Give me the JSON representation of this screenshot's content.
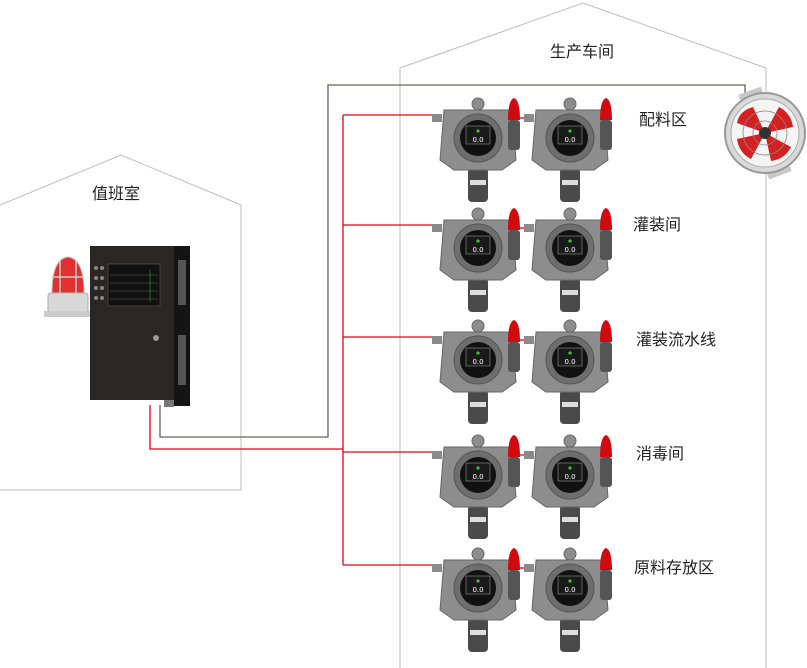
{
  "buildings": {
    "workshop": "生产车间",
    "duty_room": "值班室"
  },
  "zones": [
    {
      "label": "配料区"
    },
    {
      "label": "灌装间"
    },
    {
      "label": "灌装流水线"
    },
    {
      "label": "消毒间"
    },
    {
      "label": "原料存放区"
    }
  ],
  "detector_reading": "0.0",
  "colors": {
    "signal_line": "#e60012",
    "power_line": "#6b625c",
    "wall": "#bdbdbd"
  },
  "devices": {
    "controller": "gas-alarm-controller",
    "alarm_light": "explosion-proof-alarm-light",
    "fan": "exhaust-fan",
    "detector": "gas-detector"
  }
}
